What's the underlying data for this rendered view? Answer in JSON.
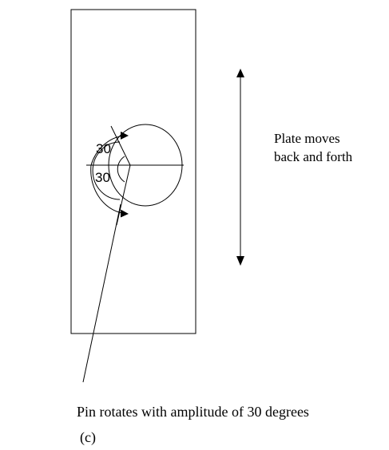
{
  "labels": {
    "upper_angle": "30",
    "lower_angle": "30",
    "plate_motion_line1": "Plate moves",
    "plate_motion_line2": "back and forth",
    "pin_rotation": "Pin rotates with amplitude of 30 degrees",
    "panel": "(c)"
  },
  "colors": {
    "stroke": "#000000",
    "background": "#ffffff"
  }
}
